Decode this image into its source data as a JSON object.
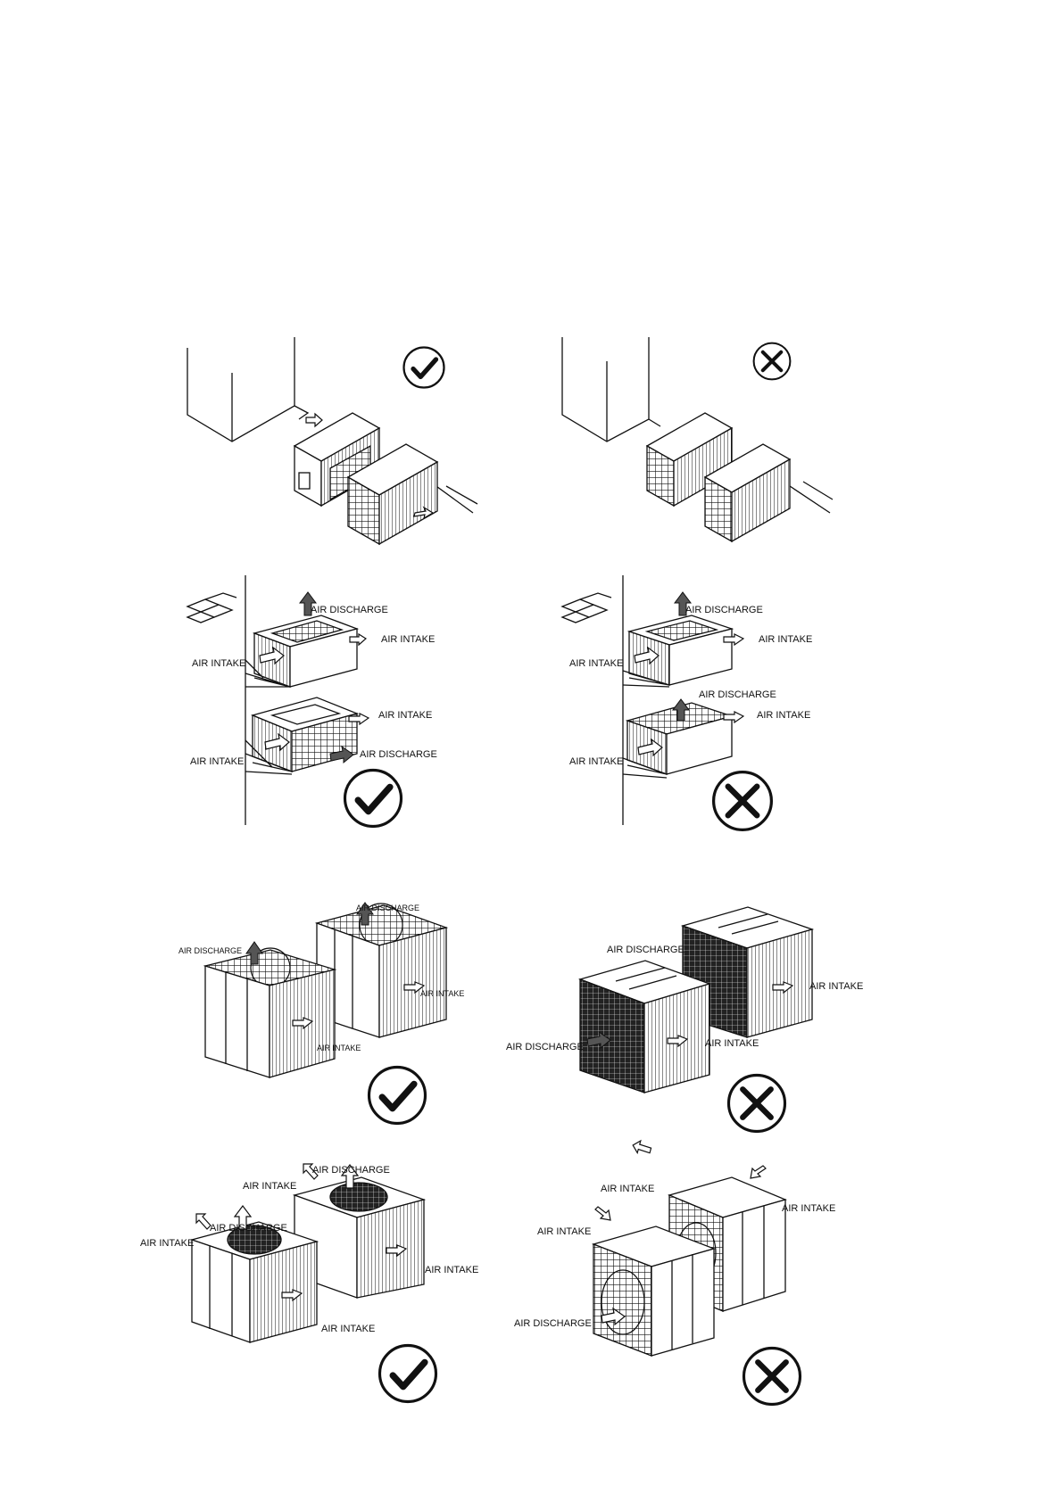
{
  "colors": {
    "ink": "#111111",
    "paper": "#ffffff",
    "shade": "#555555"
  },
  "icons": {
    "ok": "check-circle-icon",
    "bad": "x-circle-icon"
  },
  "panels": {
    "p1_left": {
      "status": "correct"
    },
    "p1_right": {
      "status": "incorrect"
    },
    "p2_left": {
      "status": "correct",
      "air_discharge_top": "AIR DISCHARGE",
      "air_intake_right_top": "AIR INTAKE",
      "air_intake_left_top": "AIR INTAKE",
      "air_intake_right_bottom": "AIR INTAKE",
      "air_intake_left_bottom": "AIR INTAKE",
      "air_discharge_bottom": "AIR DISCHARGE"
    },
    "p2_right": {
      "status": "incorrect",
      "air_discharge_top": "AIR DISCHARGE",
      "air_intake_right_top": "AIR INTAKE",
      "air_intake_left_top": "AIR INTAKE",
      "air_discharge_middle": "AIR DISCHARGE",
      "air_intake_right_bottom": "AIR INTAKE",
      "air_intake_left_bottom": "AIR INTAKE"
    },
    "p3_left": {
      "status": "correct",
      "air_discharge_back": "AIR DISCHARGE",
      "air_discharge_front": "AIR DISCHARGE",
      "air_intake_back": "AIR INTAKE",
      "air_intake_front": "AIR INTAKE"
    },
    "p3_right": {
      "status": "incorrect",
      "air_discharge_back": "AIR DISCHARGE",
      "air_intake_back": "AIR INTAKE",
      "air_discharge_front": "AIR DISCHARGE",
      "air_intake_front": "AIR INTAKE"
    },
    "p4_left": {
      "status": "correct",
      "air_discharge_back": "AIR DISCHARGE",
      "air_intake_back_top": "AIR INTAKE",
      "air_discharge_front": "AIR DISCHARGE",
      "air_intake_front_left": "AIR INTAKE",
      "air_intake_back_side": "AIR INTAKE",
      "air_intake_front_side": "AIR INTAKE"
    },
    "p4_right": {
      "status": "incorrect",
      "air_intake_top": "AIR INTAKE",
      "air_intake_right": "AIR INTAKE",
      "air_intake_left": "AIR INTAKE",
      "air_discharge": "AIR DISCHARGE"
    }
  }
}
